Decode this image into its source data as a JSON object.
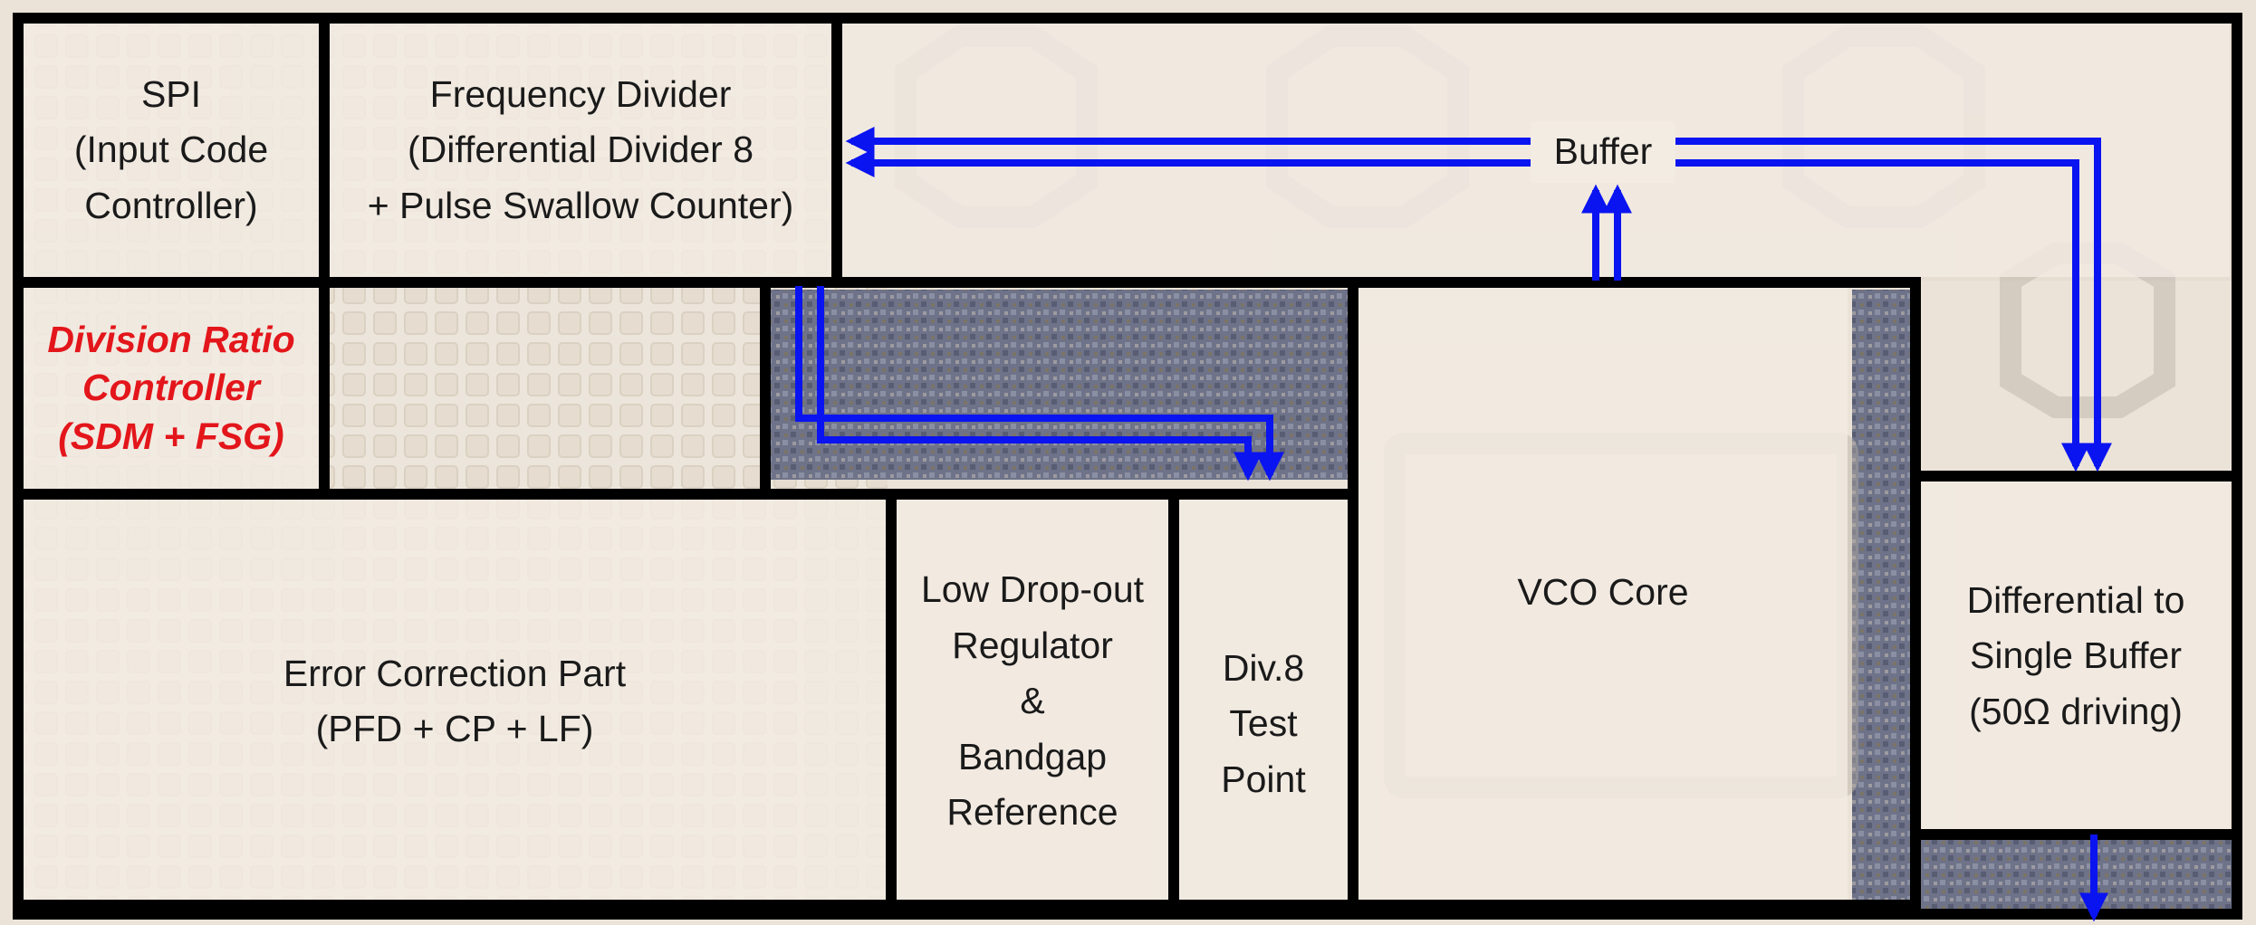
{
  "blocks": {
    "spi": {
      "lines": [
        "SPI",
        "(Input Code",
        "Controller)"
      ]
    },
    "freq_divider": {
      "lines": [
        "Frequency Divider",
        "(Differential Divider 8",
        "+ Pulse Swallow Counter)"
      ]
    },
    "buffer": {
      "lines": [
        "Buffer"
      ]
    },
    "division_ratio": {
      "lines": [
        "Division Ratio",
        "Controller",
        "(SDM + FSG)"
      ],
      "color": "#e3161b"
    },
    "error_correction": {
      "lines": [
        "Error Correction Part",
        "(PFD + CP + LF)"
      ]
    },
    "ldo": {
      "lines": [
        "Low Drop-out",
        "Regulator",
        "&",
        "Bandgap",
        "Reference"
      ]
    },
    "div8_test": {
      "lines": [
        "Div.8",
        "Test",
        "Point"
      ]
    },
    "vco_core": {
      "lines": [
        "VCO Core"
      ]
    },
    "diff_to_single": {
      "lines": [
        "Differential to",
        "Single Buffer",
        "(50Ω driving)"
      ]
    }
  },
  "colors": {
    "border": "#000000",
    "arrow": "#0a14f0",
    "panel": "#f3ece3"
  },
  "icons": {
    "vias": "inductor-icon"
  }
}
